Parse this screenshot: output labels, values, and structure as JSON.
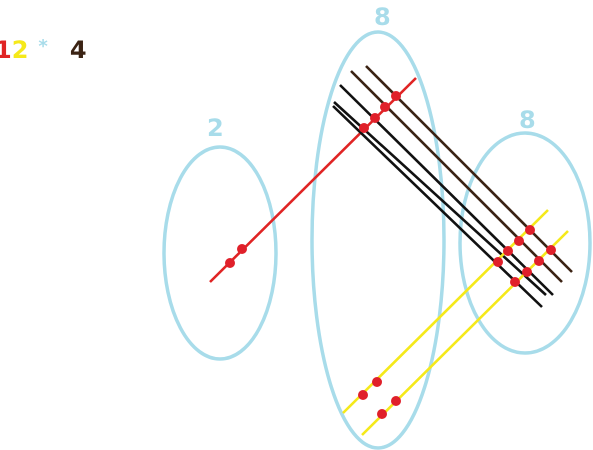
{
  "expression": {
    "first_digit": "1",
    "second_digit": "2",
    "operator": "*",
    "result": "4"
  },
  "ellipse_labels": {
    "left": "2",
    "middle": "8",
    "right": "8"
  },
  "colors": {
    "ellipse": "#a8dcea",
    "red_line": "#e02424",
    "yellow_line": "#f5e91a",
    "black_line": "#111111",
    "brown_line": "#3b2314",
    "dot": "#e0202a",
    "first_digit": "#e02424",
    "second_digit": "#f5e91a",
    "operator": "#a8dcea",
    "result": "#3b2314"
  }
}
